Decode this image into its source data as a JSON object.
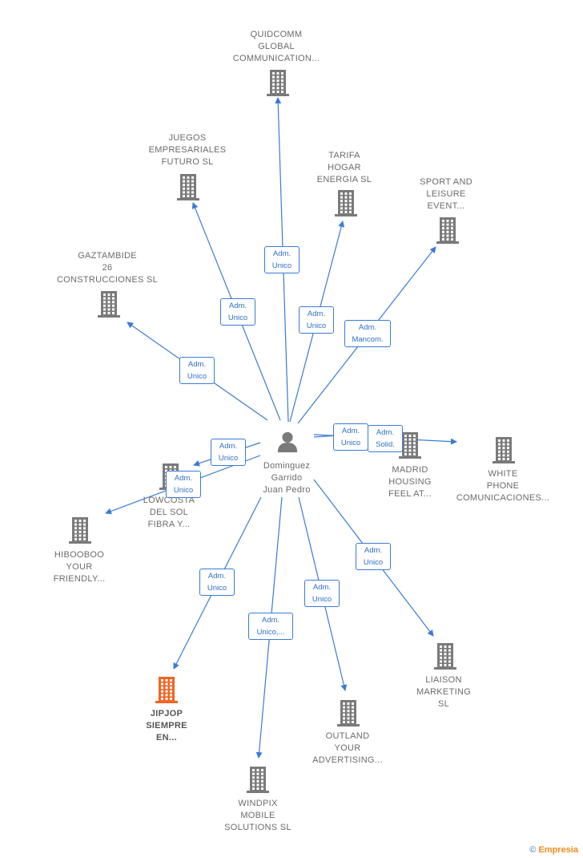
{
  "center": {
    "name": "Dominguez\nGarrido\nJuan Pedro",
    "icon": "person-icon"
  },
  "companies": [
    {
      "id": "quidcomm",
      "name": "QUIDCOMM\nGLOBAL\nCOMMUNICATION...",
      "color": "#7a7a7a"
    },
    {
      "id": "juegos",
      "name": "JUEGOS\nEMPRESARIALES\nFUTURO  SL",
      "color": "#7a7a7a"
    },
    {
      "id": "tarifa",
      "name": "TARIFA\nHOGAR\nENERGIA  SL",
      "color": "#7a7a7a"
    },
    {
      "id": "sport",
      "name": "SPORT AND\nLEISURE\nEVENT...",
      "color": "#7a7a7a"
    },
    {
      "id": "gaztambide",
      "name": "GAZTAMBIDE\n26\nCONSTRUCCIONES SL",
      "color": "#7a7a7a"
    },
    {
      "id": "madrid",
      "name": "MADRID\nHOUSING\nFEEL AT...",
      "color": "#7a7a7a"
    },
    {
      "id": "white",
      "name": "WHITE\nPHONE\nCOMUNICACIONES...",
      "color": "#7a7a7a"
    },
    {
      "id": "lowcosta",
      "name": "LOWCOSTA\nDEL SOL\nFIBRA Y...",
      "color": "#7a7a7a"
    },
    {
      "id": "hibooboo",
      "name": "HIBOOBOO\nYOUR\nFRIENDLY...",
      "color": "#7a7a7a"
    },
    {
      "id": "jipjop",
      "name": "JIPJOP\nSIEMPRE\nEN...",
      "color": "#f26522",
      "highlight": true
    },
    {
      "id": "windpix",
      "name": "WINDPIX\nMOBILE\nSOLUTIONS  SL",
      "color": "#7a7a7a"
    },
    {
      "id": "outland",
      "name": "OUTLAND\nYOUR\nADVERTISING...",
      "color": "#7a7a7a"
    },
    {
      "id": "liaison",
      "name": "LIAISON\nMARKETING\nSL",
      "color": "#7a7a7a"
    }
  ],
  "relations": [
    {
      "to": "quidcomm",
      "label": "Adm.\nUnico"
    },
    {
      "to": "juegos",
      "label": "Adm.\nUnico"
    },
    {
      "to": "tarifa",
      "label": "Adm.\nUnico"
    },
    {
      "to": "sport",
      "label": "Adm.\nMancom."
    },
    {
      "to": "gaztambide",
      "label": "Adm.\nUnico"
    },
    {
      "to": "madrid",
      "label": "Adm.\nUnico"
    },
    {
      "to": "white",
      "label": "Adm.\nSolid."
    },
    {
      "to": "lowcosta",
      "label": "Adm.\nUnico"
    },
    {
      "to": "hibooboo",
      "label": "Adm.\nUnico"
    },
    {
      "to": "jipjop",
      "label": "Adm.\nUnico"
    },
    {
      "to": "windpix",
      "label": "Adm.\nUnico,..."
    },
    {
      "to": "outland",
      "label": "Adm.\nUnico"
    },
    {
      "to": "liaison",
      "label": "Adm.\nUnico"
    }
  ],
  "branding": {
    "copyright": "©",
    "brand": "Empresia"
  },
  "colors": {
    "edge": "#3a7bd5",
    "node": "#7a7a7a",
    "highlight": "#f26522"
  }
}
